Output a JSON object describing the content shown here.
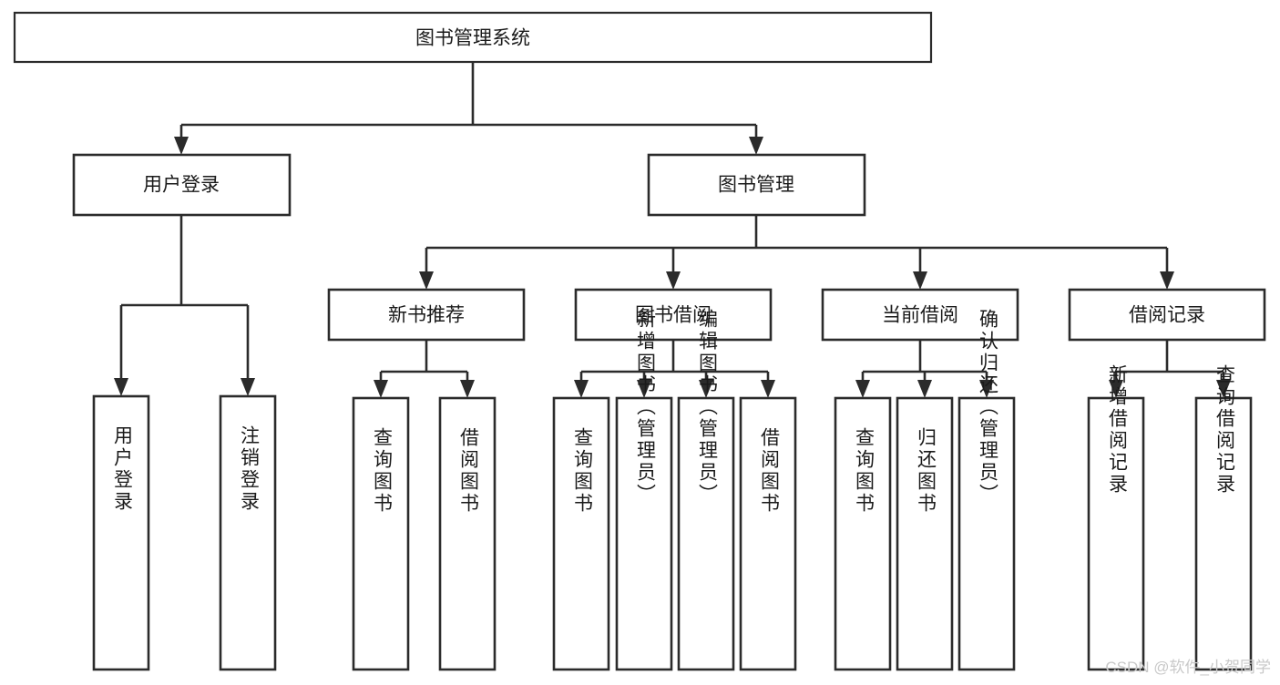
{
  "diagram": {
    "type": "tree-hierarchy",
    "title": "图书管理系统",
    "watermark": "CSDN @软件_小贺同学",
    "colors": {
      "stroke": "#2b2b2b",
      "fill": "#ffffff",
      "text": "#1a1a1a",
      "watermark": "#c9c9c9"
    },
    "levels": {
      "root": {
        "label": "图书管理系统"
      },
      "level2": [
        {
          "id": "user-login",
          "label": "用户登录"
        },
        {
          "id": "book-management",
          "label": "图书管理"
        }
      ],
      "level3": [
        {
          "id": "new-book-recommend",
          "label": "新书推荐",
          "parent": "book-management"
        },
        {
          "id": "book-borrow",
          "label": "图书借阅",
          "parent": "book-management"
        },
        {
          "id": "current-borrow",
          "label": "当前借阅",
          "parent": "book-management"
        },
        {
          "id": "borrow-record",
          "label": "借阅记录",
          "parent": "book-management"
        }
      ],
      "leaves": [
        {
          "id": "leaf-user-login",
          "label": "用户登录",
          "parent": "user-login"
        },
        {
          "id": "leaf-logout-login",
          "label": "注销登录",
          "parent": "user-login"
        },
        {
          "id": "leaf-query-book-1",
          "label": "查询图书",
          "parent": "new-book-recommend"
        },
        {
          "id": "leaf-borrow-book-1",
          "label": "借阅图书",
          "parent": "new-book-recommend"
        },
        {
          "id": "leaf-query-book-2",
          "label": "查询图书",
          "parent": "book-borrow"
        },
        {
          "id": "leaf-add-book",
          "label": "新增图书（管理员）",
          "parent": "book-borrow"
        },
        {
          "id": "leaf-edit-book",
          "label": "编辑图书（管理员）",
          "parent": "book-borrow"
        },
        {
          "id": "leaf-borrow-book-2",
          "label": "借阅图书",
          "parent": "book-borrow"
        },
        {
          "id": "leaf-query-book-3",
          "label": "查询图书",
          "parent": "current-borrow"
        },
        {
          "id": "leaf-return-book",
          "label": "归还图书",
          "parent": "current-borrow"
        },
        {
          "id": "leaf-confirm-return",
          "label": "确认归还（管理员）",
          "parent": "current-borrow"
        },
        {
          "id": "leaf-add-record",
          "label": "新增借阅记录",
          "parent": "borrow-record"
        },
        {
          "id": "leaf-query-record",
          "label": "查询借阅记录",
          "parent": "borrow-record"
        }
      ]
    }
  }
}
